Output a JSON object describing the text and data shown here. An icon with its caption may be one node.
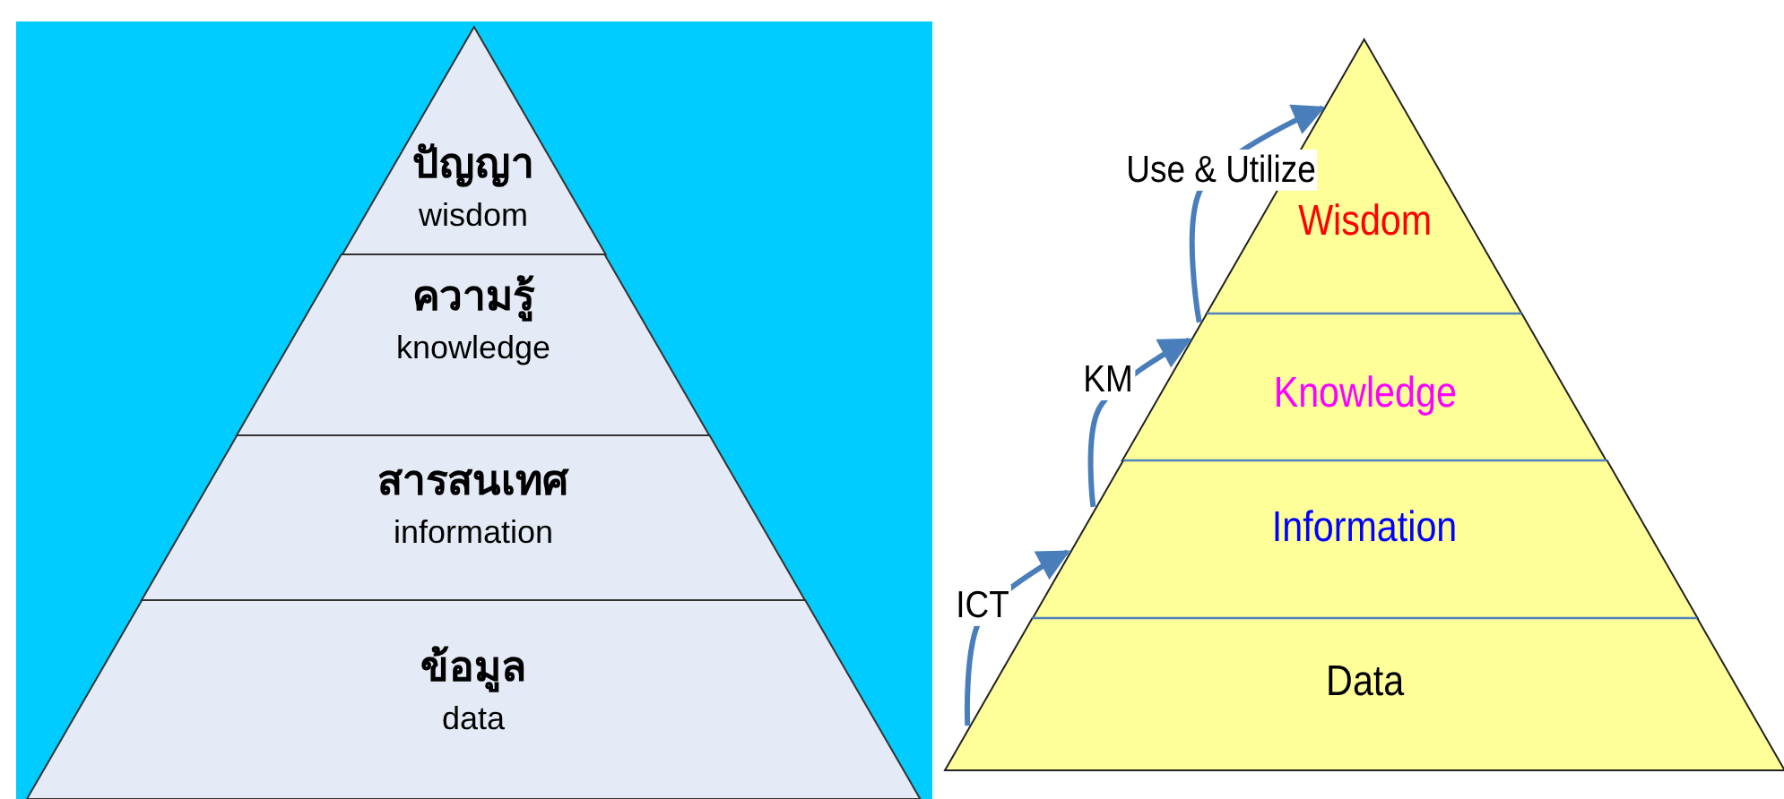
{
  "diagram": {
    "nodes": [
      {
        "text": [
          "ปัญญา",
          "wisdom"
        ]
      },
      {
        "text": [
          "ความรู้",
          "knowledge"
        ]
      },
      {
        "text": [
          "สารสนเทศ",
          "information"
        ]
      },
      {
        "text": [
          "ข้อมูล",
          "data"
        ]
      },
      {
        "text": [
          "Wisdom"
        ]
      },
      {
        "text": [
          "Knowledge"
        ]
      },
      {
        "text": [
          "Information"
        ]
      },
      {
        "text": [
          "Data"
        ]
      }
    ],
    "edges": [
      {
        "from": 7,
        "to": 6,
        "arrow": "to",
        "label": "ICT"
      },
      {
        "from": 6,
        "to": 5,
        "arrow": "to",
        "label": "KM"
      },
      {
        "from": 5,
        "to": 4,
        "arrow": "to",
        "label": "Use & Utilize"
      }
    ]
  }
}
